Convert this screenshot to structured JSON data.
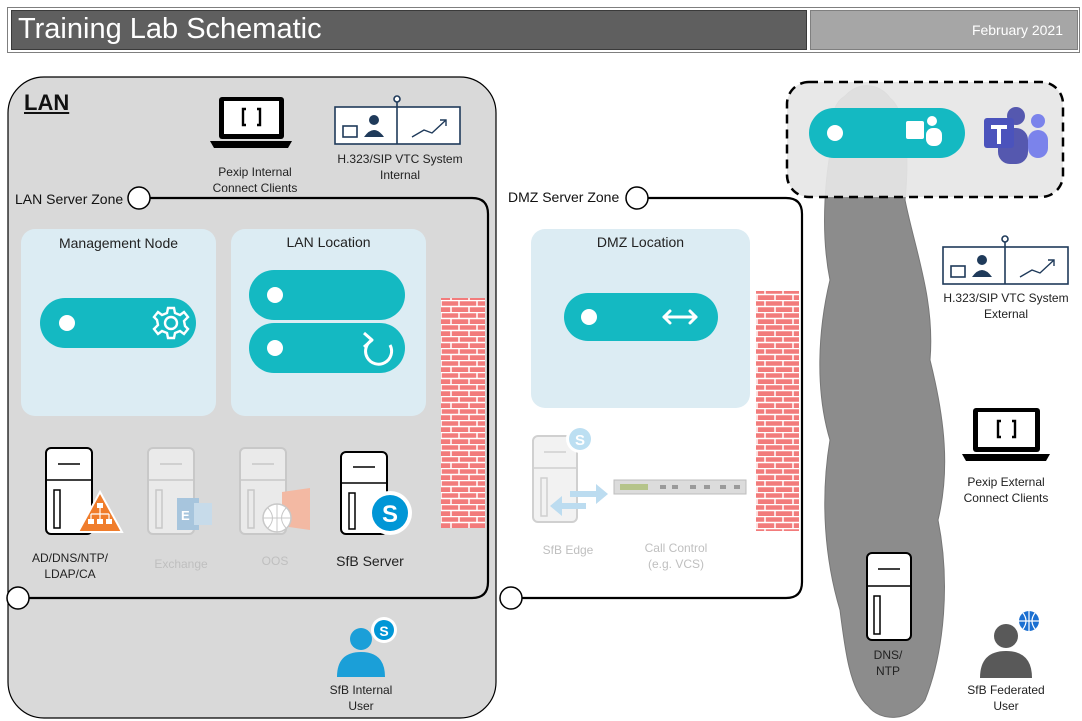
{
  "header": {
    "title": "Training Lab Schematic",
    "date": "February 2021"
  },
  "lan": {
    "title": "LAN",
    "pexip_internal": "Pexip Internal\nConnect Clients",
    "vtc_internal": "H.323/SIP VTC System\nInternal",
    "server_zone": "LAN Server Zone",
    "management_node": "Management Node",
    "lan_location": "LAN Location",
    "servers": [
      {
        "label": "AD/DNS/NTP/\nLDAP/CA"
      },
      {
        "label": "Exchange"
      },
      {
        "label": "OOS"
      },
      {
        "label": "SfB Server"
      }
    ],
    "sfb_internal_user": "SfB Internal\nUser"
  },
  "dmz": {
    "server_zone": "DMZ Server Zone",
    "dmz_location": "DMZ Location",
    "sfb_edge": "SfB Edge",
    "call_control": "Call Control\n(e.g. VCS)"
  },
  "internet": {
    "vtc_external": "H.323/SIP VTC System\nExternal",
    "pexip_external": "Pexip External\nConnect Clients",
    "dns_ntp": "DNS/\nNTP",
    "sfb_federated_user": "SfB Federated\nUser"
  },
  "colors": {
    "teal": "#14b9c2",
    "pale_blue": "#dcecf3",
    "lan_gray": "#d9d9d9",
    "firewall": "#f27b7b",
    "teams_purple": "#5558af"
  }
}
